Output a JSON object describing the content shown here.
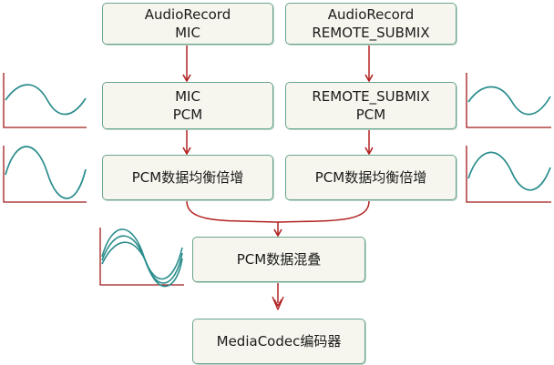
{
  "nodes": {
    "audio_record_mic": {
      "line1": "AudioRecord",
      "line2": "MIC"
    },
    "audio_record_remote": {
      "line1": "AudioRecord",
      "line2": "REMOTE_SUBMIX"
    },
    "mic_pcm": {
      "line1": "MIC",
      "line2": "PCM"
    },
    "remote_pcm": {
      "line1": "REMOTE_SUBMIX",
      "line2": "PCM"
    },
    "gain_mic": {
      "label": "PCM数据均衡倍增"
    },
    "gain_remote": {
      "label": "PCM数据均衡倍增"
    },
    "mix": {
      "label": "PCM数据混叠"
    },
    "encoder": {
      "label": "MediaCodec编码器"
    }
  },
  "colors": {
    "node_fill": "#f7f6ee",
    "node_border": "#6aa58f",
    "arrow": "#b22222",
    "wave": "#2a8c8c",
    "axis": "#a11a1a"
  },
  "waves": [
    {
      "name": "wave-mic-pcm",
      "kind": "sine-low-amplitude"
    },
    {
      "name": "wave-mic-amplified",
      "kind": "sine-high-amplitude"
    },
    {
      "name": "wave-remote-pcm",
      "kind": "sine-low-amplitude"
    },
    {
      "name": "wave-remote-amplified",
      "kind": "sine-high-amplitude"
    },
    {
      "name": "wave-mixed",
      "kind": "sine-overlay"
    }
  ]
}
